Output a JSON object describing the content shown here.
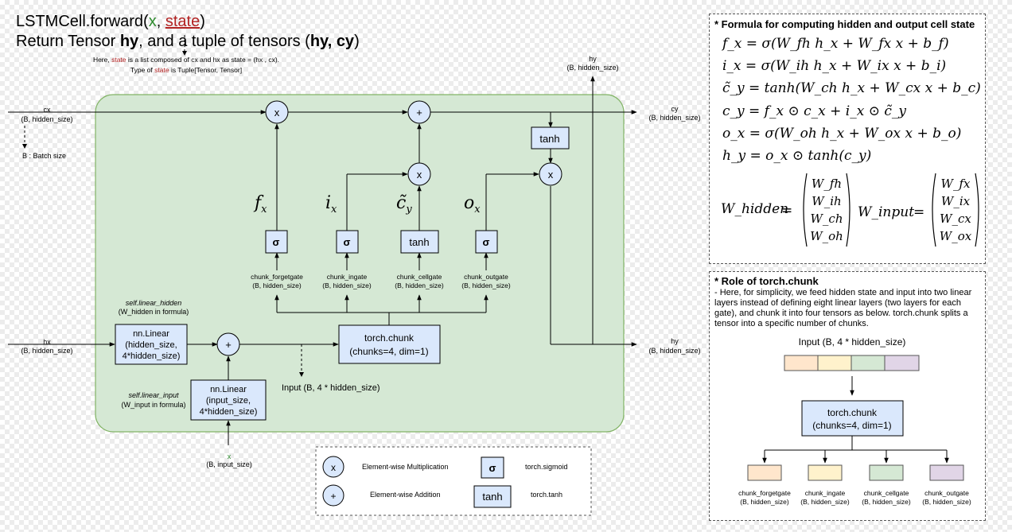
{
  "title": {
    "line1_prefix": "LSTMCell.forward(",
    "line1_x": "x",
    "line1_sep": ", ",
    "line1_state": "state",
    "line1_suffix": ")",
    "line2_prefix": "Return Tensor ",
    "line2_hy": "hy",
    "line2_mid": ", and a tuple of tensors (",
    "line2_tuple": "hy, cy",
    "line2_suffix": ")"
  },
  "note": {
    "line1_a": "Here, ",
    "line1_state": "state",
    "line1_b": " is a list composed of cx and hx as state = (hx , cx).",
    "line2_a": "Type of ",
    "line2_state": "state",
    "line2_b": " is Tuple[Tensor, Tensor]"
  },
  "labels": {
    "cx_name": "cx",
    "cx_shape": "(B, hidden_size)",
    "batch_note": "B : Batch size",
    "hx_name": "hx",
    "hx_shape": "(B, hidden_size)",
    "hy_top_name": "hy",
    "hy_top_shape": "(B, hidden_size)",
    "cy_name": "cy",
    "cy_shape": "(B, hidden_size)",
    "hy_right_name": "hy",
    "hy_right_shape": "(B, hidden_size)",
    "x_name": "x",
    "x_shape": "(B, input_size)",
    "input_shape": "Input (B, 4 * hidden_size)"
  },
  "ops": {
    "mul": "x",
    "add": "+",
    "sigma": "σ",
    "tanh": "tanh"
  },
  "gate_symbols": {
    "f": "f",
    "f_sub": "x",
    "i": "i",
    "i_sub": "x",
    "c": "c̃",
    "c_sub": "y",
    "o": "o",
    "o_sub": "x"
  },
  "chunks": [
    {
      "name": "chunk_forgetgate",
      "shape": "(B, hidden_size)"
    },
    {
      "name": "chunk_ingate",
      "shape": "(B, hidden_size)"
    },
    {
      "name": "chunk_cellgate",
      "shape": "(B, hidden_size)"
    },
    {
      "name": "chunk_outgate",
      "shape": "(B, hidden_size)"
    }
  ],
  "linear_hidden": {
    "attr": "self.linear_hidden",
    "desc": "(W_hidden in formula)",
    "line1": "nn.Linear",
    "line2": "(hidden_size,",
    "line3": "4*hidden_size)"
  },
  "linear_input": {
    "attr": "self.linear_input",
    "desc": "(W_input in formula)",
    "line1": "nn.Linear",
    "line2": "(input_size,",
    "line3": "4*hidden_size)"
  },
  "chunk_box": {
    "line1": "torch.chunk",
    "line2": "(chunks=4, dim=1)"
  },
  "legend": {
    "mul_desc": "Element-wise Multiplication",
    "add_desc": "Element-wise Addition",
    "sigmoid_desc": "torch.sigmoid",
    "tanh_desc": "torch.tanh"
  },
  "formula_panel": {
    "header": "* Formula for computing hidden and output cell state",
    "lines": [
      "f_x = σ(W_fh h_x + W_fx x + b_f)",
      "i_x = σ(W_ih h_x + W_ix x + b_i)",
      "c̃_y = tanh(W_ch h_x + W_cx x + b_c)",
      "c_y = f_x ⊙ c_x + i_x ⊙ c̃_y",
      "o_x = σ(W_oh h_x + W_ox x + b_o)",
      "h_y = o_x ⊙ tanh(c_y)"
    ],
    "w_hidden_name": "W_hidden",
    "w_hidden_rows": [
      "W_fh",
      "W_ih",
      "W_ch",
      "W_oh"
    ],
    "w_input_name": "W_input",
    "w_input_rows": [
      "W_fx",
      "W_ix",
      "W_cx",
      "W_ox"
    ]
  },
  "chunk_panel": {
    "header": "* Role of torch.chunk",
    "body": "- Here, for simplicity, we feed hidden state and input into two linear layers instead of defining eight linear layers (two layers for each gate), and chunk it into four tensors as below. torch.chunk splits a tensor into a specific number of chunks.",
    "input_label": "Input (B, 4 * hidden_size)",
    "chunk_line1": "torch.chunk",
    "chunk_line2": "(chunks=4, dim=1)",
    "outputs": [
      {
        "name": "chunk_forgetgate",
        "shape": "(B, hidden_size)"
      },
      {
        "name": "chunk_ingate",
        "shape": "(B, hidden_size)"
      },
      {
        "name": "chunk_cellgate",
        "shape": "(B, hidden_size)"
      },
      {
        "name": "chunk_outgate",
        "shape": "(B, hidden_size)"
      }
    ]
  },
  "colors": {
    "green_fill": "#d5e8d4",
    "green_stroke": "#82b366",
    "blue_fill": "#dae8fc",
    "orange": "#ffe6cc",
    "yellow": "#fff2cc",
    "green": "#d5e8d4",
    "purple": "#e1d5e7",
    "x_color": "#2e8b2e",
    "state_color": "#b22222"
  }
}
